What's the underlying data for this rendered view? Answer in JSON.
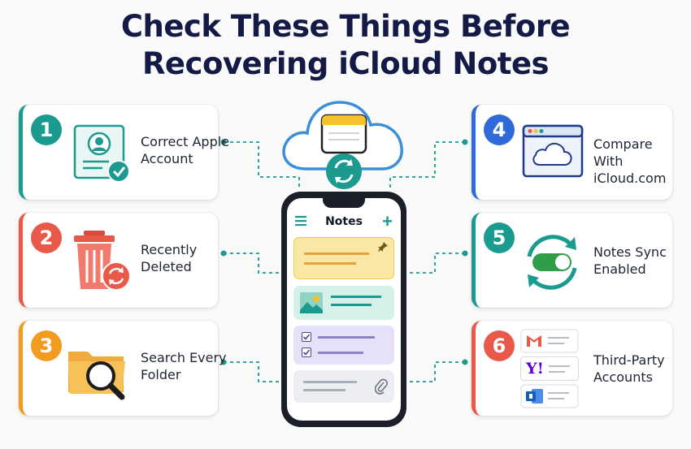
{
  "title": {
    "line1": "Check These Things Before",
    "line2": "Recovering iCloud Notes"
  },
  "colors": {
    "title": "#131a45",
    "teal": "#1b9a8f",
    "coral": "#e9594a",
    "orange": "#f29c1f",
    "blue": "#2f6ad8",
    "phone": "#1a1f29"
  },
  "cards": [
    {
      "number": "1",
      "label": "Correct Apple Account",
      "icon": "user-card-check-icon",
      "color": "#1b9a8f"
    },
    {
      "number": "2",
      "label": "Recently Deleted",
      "icon": "trash-restore-icon",
      "color": "#e9594a"
    },
    {
      "number": "3",
      "label": "Search Every Folder",
      "icon": "folder-search-icon",
      "color": "#f29c1f"
    },
    {
      "number": "4",
      "label": "Compare With iCloud.com",
      "icon": "browser-cloud-icon",
      "color": "#2f6ad8"
    },
    {
      "number": "5",
      "label": "Notes Sync Enabled",
      "icon": "sync-toggle-icon",
      "color": "#1b9a8f"
    },
    {
      "number": "6",
      "label": "Third-Party Accounts",
      "icon": "mail-accounts-icon",
      "color": "#e9594a"
    }
  ],
  "phone": {
    "app_title": "Notes",
    "icon": "notes-app-phone-icon"
  },
  "cloud": {
    "icon": "icloud-sync-icon"
  },
  "accounts": {
    "yahoo": "Y!"
  }
}
